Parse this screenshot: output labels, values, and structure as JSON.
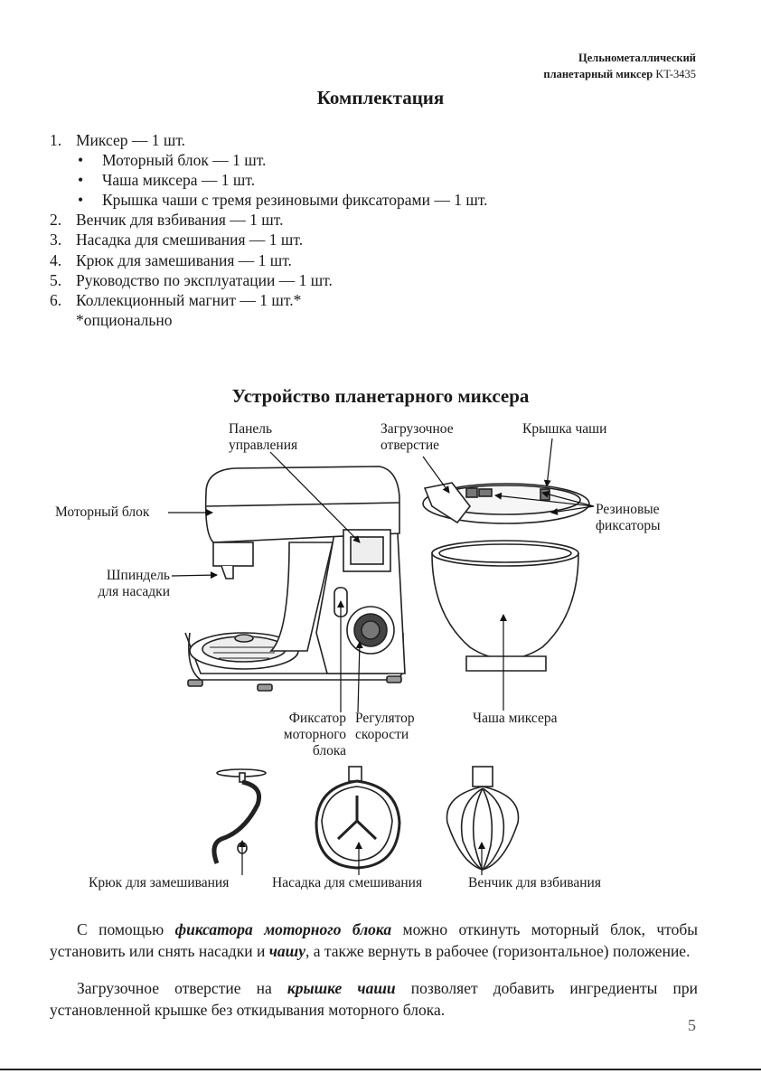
{
  "header": {
    "line1": "Цельнометаллический",
    "line2_bold": "планетарный миксер",
    "line2_model": "KT-3435"
  },
  "kit": {
    "title": "Комплектация",
    "items": [
      {
        "num": "1.",
        "text": "Миксер — 1 шт."
      },
      {
        "bullet": "•",
        "text": "Моторный блок — 1 шт."
      },
      {
        "bullet": "•",
        "text": "Чаша миксера — 1 шт."
      },
      {
        "bullet": "•",
        "text": "Крышка чаши с тремя резиновыми фиксаторами — 1 шт."
      },
      {
        "num": "2.",
        "text": "Венчик для взбивания — 1 шт."
      },
      {
        "num": "3.",
        "text": "Насадка для смешивания — 1 шт."
      },
      {
        "num": "4.",
        "text": "Крюк для замешивания — 1 шт."
      },
      {
        "num": "5.",
        "text": "Руководство по эксплуатации — 1 шт."
      },
      {
        "num": "6.",
        "text": "Коллекционный магнит — 1 шт.*"
      },
      {
        "text": "*опционально"
      }
    ]
  },
  "device": {
    "title": "Устройство планетарного миксера",
    "labels": {
      "control_panel": [
        "Панель",
        "управления"
      ],
      "loading_hole": [
        "Загрузочное",
        "отверстие"
      ],
      "bowl_lid": "Крышка чаши",
      "motor_block": "Моторный блок",
      "rubber_fixators": [
        "Резиновые",
        "фиксаторы"
      ],
      "spindle": [
        "Шпиндель",
        "для насадки"
      ],
      "motor_lock": [
        "Фиксатор",
        "моторного",
        "блока"
      ],
      "speed_regulator": [
        "Регулятор",
        "скорости"
      ],
      "bowl": "Чаша миксера",
      "dough_hook": "Крюк для замешивания",
      "mixing_beater": "Насадка для смешивания",
      "whisk": "Венчик для взбивания"
    }
  },
  "paragraphs": {
    "p1_a": "С помощью ",
    "p1_b": "фиксатора моторного блока",
    "p1_c": " можно откинуть моторный блок, чтобы установить или снять насадки и ",
    "p1_d": "чашу",
    "p1_e": ", а также вернуть в рабочее (горизонтальное) положение.",
    "p2_a": "Загрузочное отверстие на ",
    "p2_b": "крышке чаши",
    "p2_c": " позволяет добавить ингредиенты при установленной крышке без откидывания моторного блока."
  },
  "page_number": "5"
}
